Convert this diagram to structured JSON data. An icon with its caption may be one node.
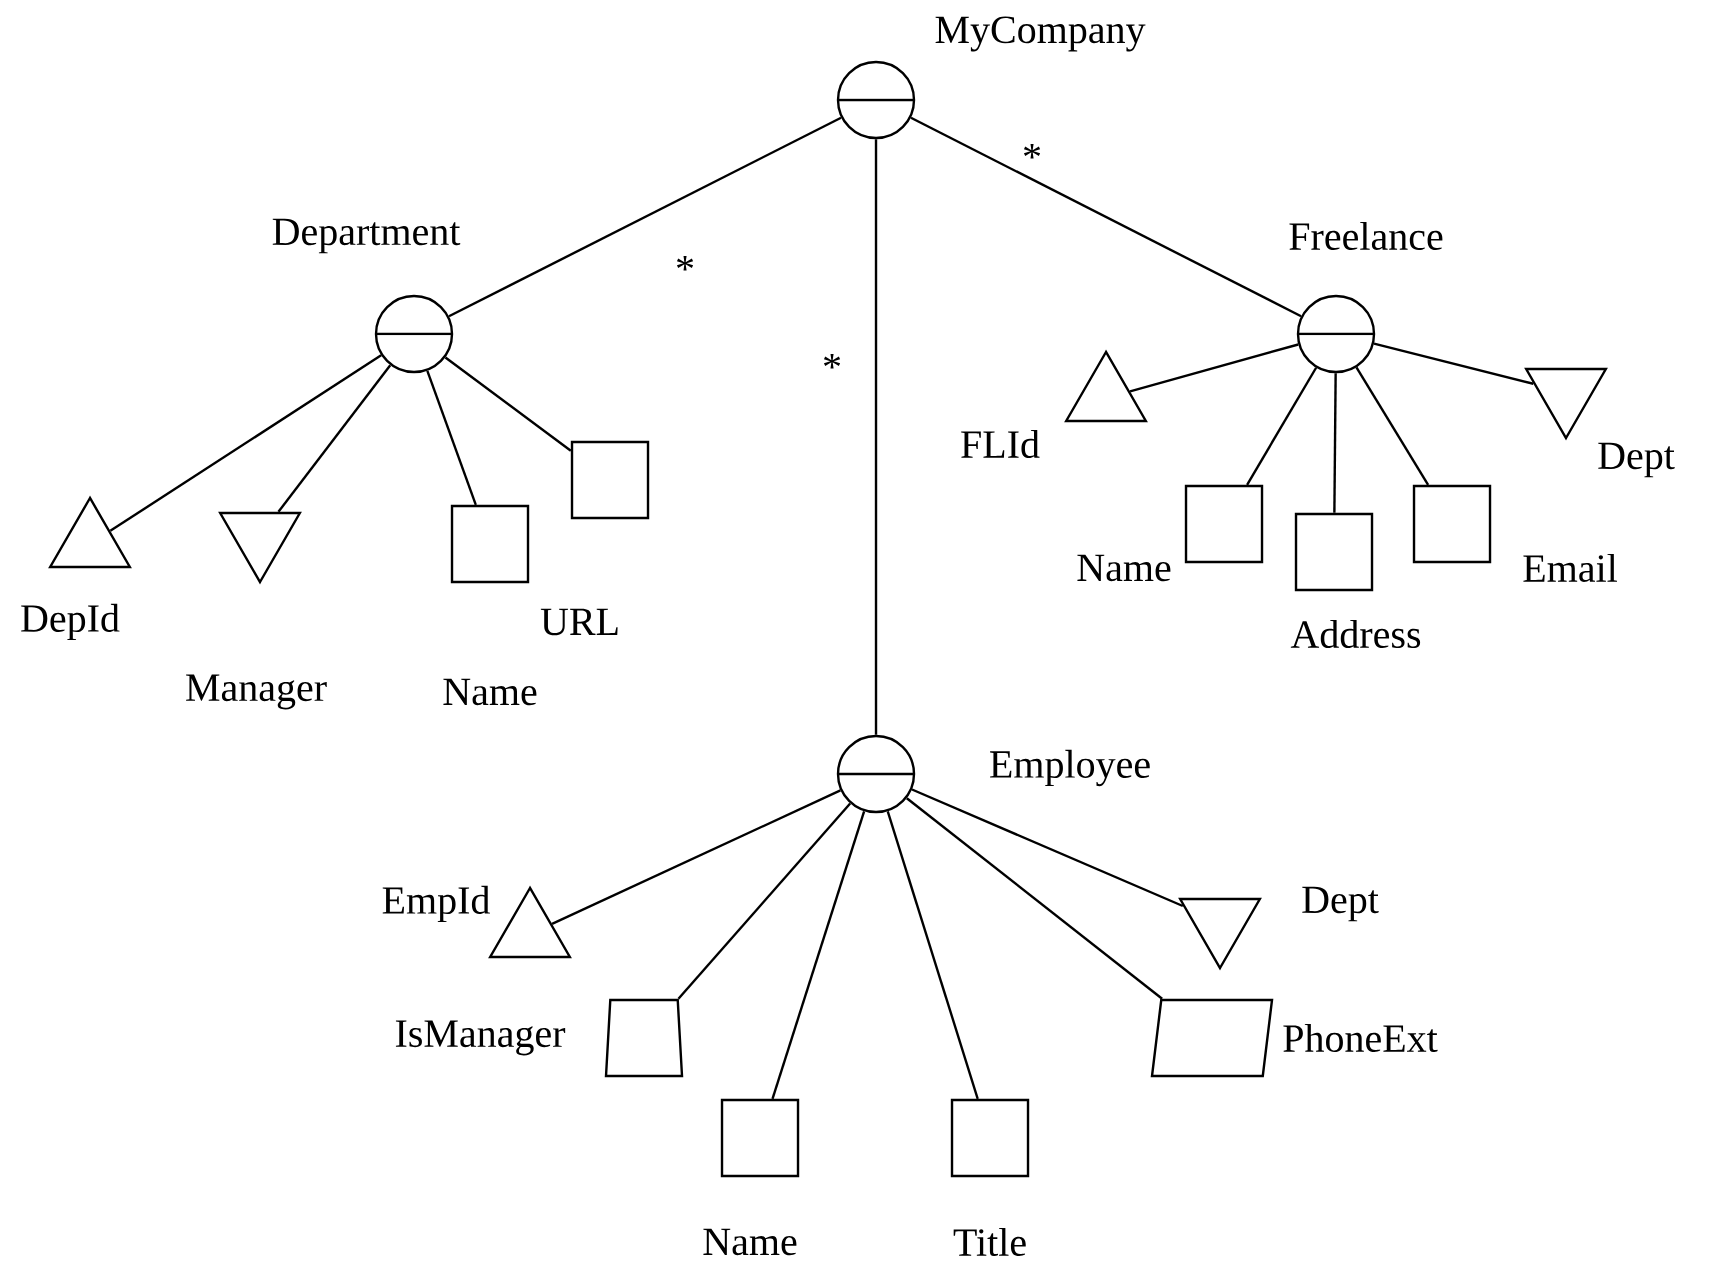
{
  "diagram": {
    "nodes": [
      {
        "text": [
          "MyCompany"
        ]
      },
      {
        "text": [
          "Department"
        ]
      },
      {
        "text": [
          "DepId"
        ]
      },
      {
        "text": [
          "Manager"
        ]
      },
      {
        "text": [
          "Name"
        ]
      },
      {
        "text": [
          "URL"
        ]
      },
      {
        "text": [
          "Freelance"
        ]
      },
      {
        "text": [
          "FLId"
        ]
      },
      {
        "text": [
          "Name"
        ]
      },
      {
        "text": [
          "Address"
        ]
      },
      {
        "text": [
          "Email"
        ]
      },
      {
        "text": [
          "Dept"
        ]
      },
      {
        "text": [
          "Employee"
        ]
      },
      {
        "text": [
          "EmpId"
        ]
      },
      {
        "text": [
          "IsManager"
        ]
      },
      {
        "text": [
          "Name"
        ]
      },
      {
        "text": [
          "Title"
        ]
      },
      {
        "text": [
          "PhoneExt"
        ]
      },
      {
        "text": [
          "Dept"
        ]
      }
    ],
    "edges": [
      {
        "from": 0,
        "to": 1,
        "arrow": "none",
        "label": "*"
      },
      {
        "from": 0,
        "to": 12,
        "arrow": "none",
        "label": "*"
      },
      {
        "from": 0,
        "to": 6,
        "arrow": "none",
        "label": "*"
      },
      {
        "from": 1,
        "to": 2,
        "arrow": "none"
      },
      {
        "from": 1,
        "to": 3,
        "arrow": "none"
      },
      {
        "from": 1,
        "to": 4,
        "arrow": "none"
      },
      {
        "from": 1,
        "to": 5,
        "arrow": "none"
      },
      {
        "from": 6,
        "to": 7,
        "arrow": "none"
      },
      {
        "from": 6,
        "to": 8,
        "arrow": "none"
      },
      {
        "from": 6,
        "to": 9,
        "arrow": "none"
      },
      {
        "from": 6,
        "to": 10,
        "arrow": "none"
      },
      {
        "from": 6,
        "to": 11,
        "arrow": "none"
      },
      {
        "from": 12,
        "to": 13,
        "arrow": "none"
      },
      {
        "from": 12,
        "to": 14,
        "arrow": "none"
      },
      {
        "from": 12,
        "to": 15,
        "arrow": "none"
      },
      {
        "from": 12,
        "to": 16,
        "arrow": "none"
      },
      {
        "from": 12,
        "to": 17,
        "arrow": "none"
      },
      {
        "from": 12,
        "to": 18,
        "arrow": "none"
      }
    ]
  }
}
